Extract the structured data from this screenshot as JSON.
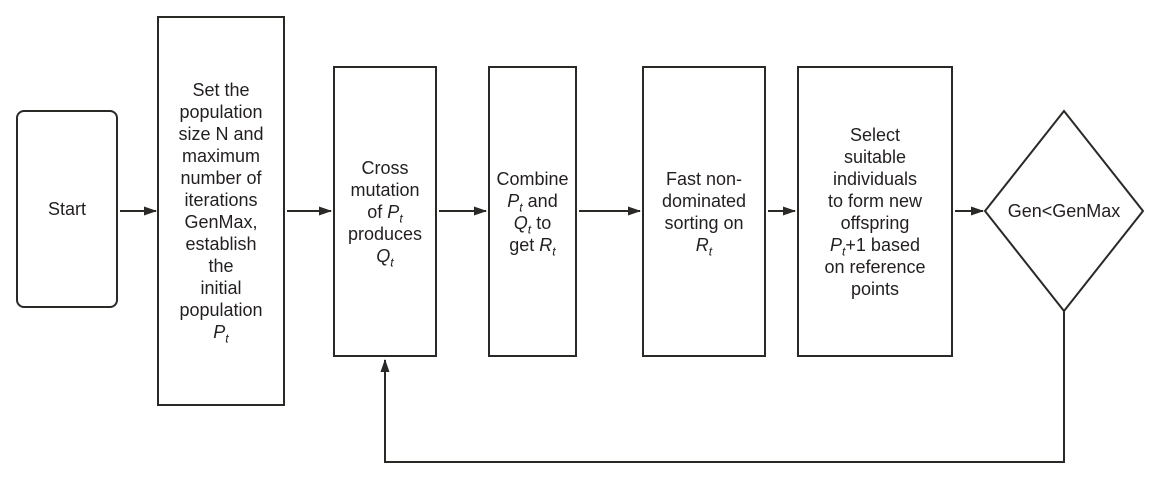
{
  "colors": {
    "stroke": "#2b2926",
    "text": "#231f20",
    "background": "#ffffff"
  },
  "flowchart": {
    "nodes": [
      {
        "id": "start",
        "shape": "rounded-rectangle",
        "label": "Start"
      },
      {
        "id": "init-population",
        "shape": "rectangle",
        "label": "Set the population size N and maximum number of iterations GenMax, establish the initial population Pt",
        "label_html": "Set the<br>population<br>size N and<br>maximum<br>number of<br>iterations<br>GenMax,<br>establish<br>the<br>initial<br>population<br><i>P</i><sub>t</sub>"
      },
      {
        "id": "cross-mutation",
        "shape": "rectangle",
        "label": "Cross mutation of Pt produces Qt",
        "label_html": "Cross<br>mutation<br>of <i>P</i><sub>t</sub><br>produces<br><i>Q</i><sub>t</sub>"
      },
      {
        "id": "combine",
        "shape": "rectangle",
        "label": "Combine Pt and Qt to get Rt",
        "label_html": "Combine<br><i>P</i><sub>t</sub> and<br><i>Q</i><sub>t</sub> to<br>get <i>R</i><sub>t</sub>"
      },
      {
        "id": "fast-nondominated-sorting",
        "shape": "rectangle",
        "label": "Fast non-dominated sorting on Rt",
        "label_html": "Fast non-<br>dominated<br>sorting on<br><i>R</i><sub>t</sub>"
      },
      {
        "id": "select-individuals",
        "shape": "rectangle",
        "label": "Select suitable individuals to form new offspring Pt+1 based on reference points",
        "label_html": "Select<br>suitable<br>individuals<br>to form new<br>offspring<br><i>P</i><sub>t</sub>+1 based<br>on reference<br>points"
      },
      {
        "id": "decision",
        "shape": "diamond",
        "label": "Gen<GenMax"
      }
    ],
    "edges": [
      {
        "from": "start",
        "to": "init-population",
        "type": "arrow"
      },
      {
        "from": "init-population",
        "to": "cross-mutation",
        "type": "arrow"
      },
      {
        "from": "cross-mutation",
        "to": "combine",
        "type": "arrow"
      },
      {
        "from": "combine",
        "to": "fast-nondominated-sorting",
        "type": "arrow"
      },
      {
        "from": "fast-nondominated-sorting",
        "to": "select-individuals",
        "type": "arrow"
      },
      {
        "from": "select-individuals",
        "to": "decision",
        "type": "arrow"
      },
      {
        "from": "decision",
        "to": "cross-mutation",
        "type": "feedback-loop"
      }
    ]
  }
}
